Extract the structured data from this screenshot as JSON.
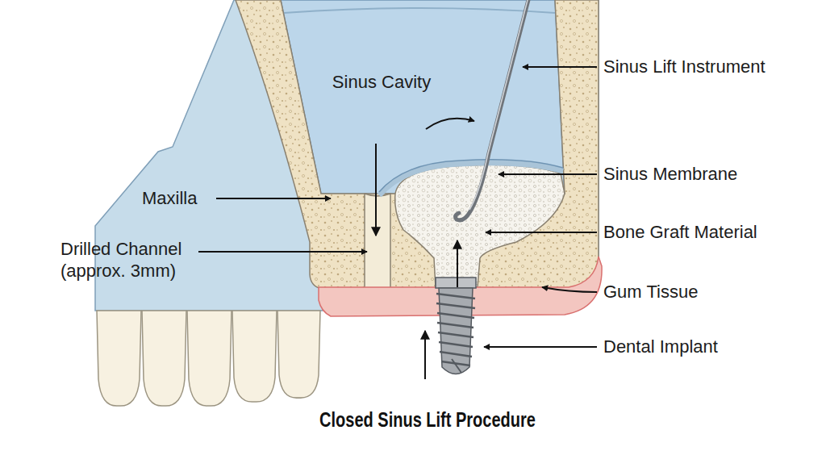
{
  "diagram": {
    "title": "Closed Sinus Lift Procedure",
    "labels": [
      "Sinus Cavity",
      "Sinus Lift Instrument",
      "Maxilla",
      "Sinus Membrane",
      "Bone Graft Material",
      "Drilled Channel (approx. 3mm)",
      "Gum Tissue",
      "Dental Implant"
    ]
  }
}
